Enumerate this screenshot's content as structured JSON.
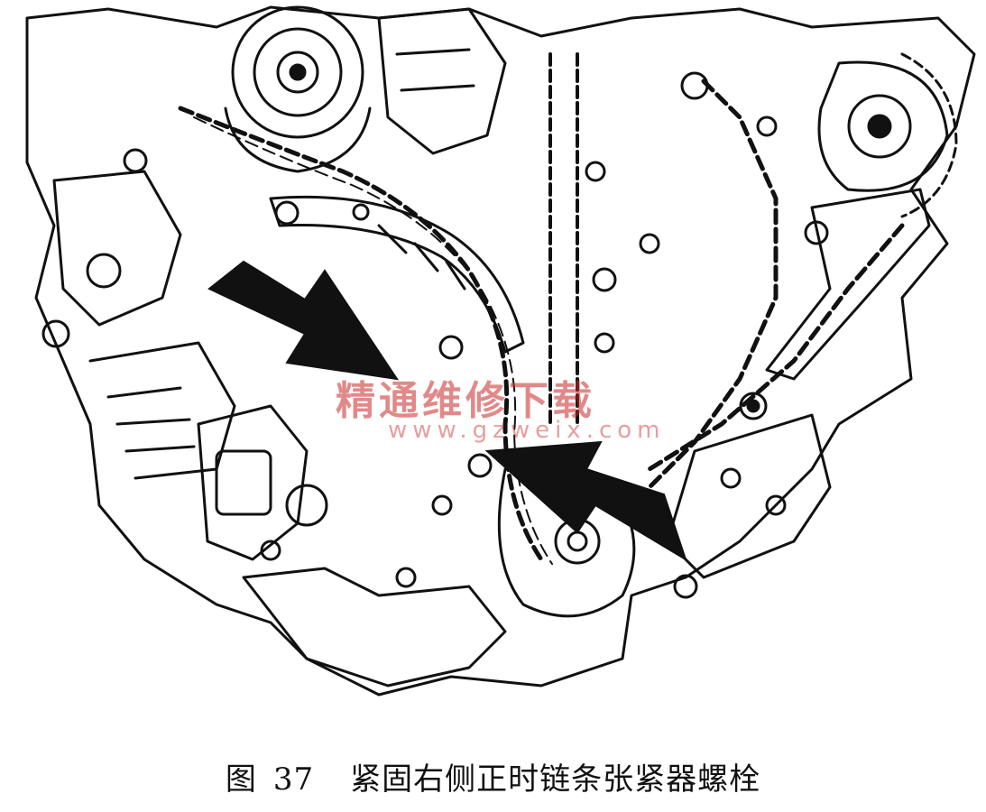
{
  "caption": {
    "figure_label": "图",
    "figure_number": "37",
    "text": "紧固右侧正时链条张紧器螺栓"
  },
  "watermark": {
    "name": "精通维修下载",
    "url": "www.gzweix.com",
    "color": "#c82828"
  },
  "colors": {
    "ink": "#111111",
    "background": "#ffffff"
  }
}
